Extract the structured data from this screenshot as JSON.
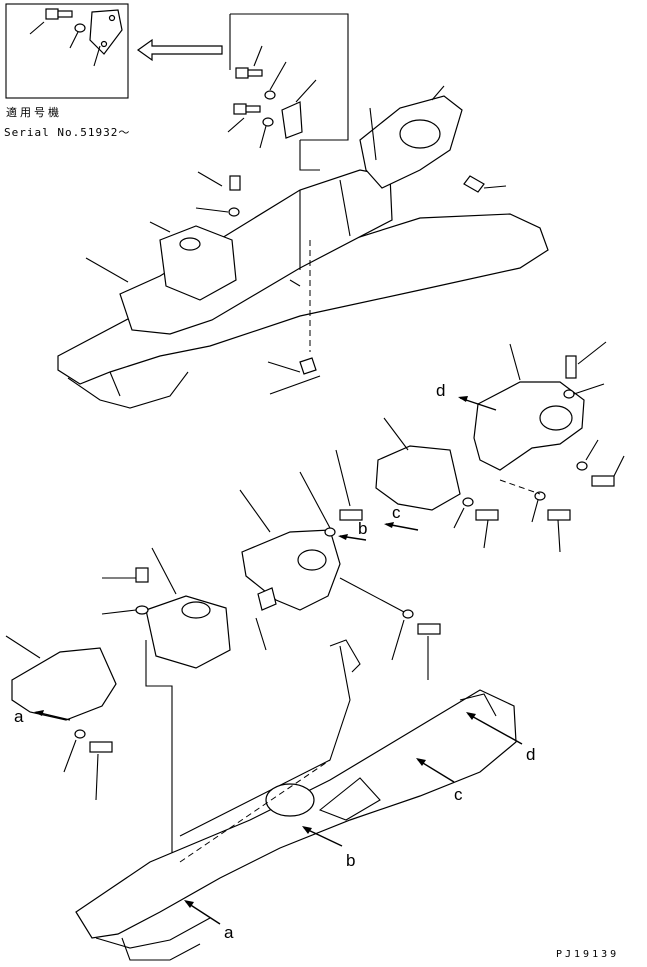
{
  "header": {
    "applicable_machine": "適用号機",
    "serial": "Serial No.51932～"
  },
  "labels": {
    "a": "a",
    "b": "b",
    "c": "c",
    "d": "d"
  },
  "footer": {
    "drawing_code": "PJ19139"
  }
}
